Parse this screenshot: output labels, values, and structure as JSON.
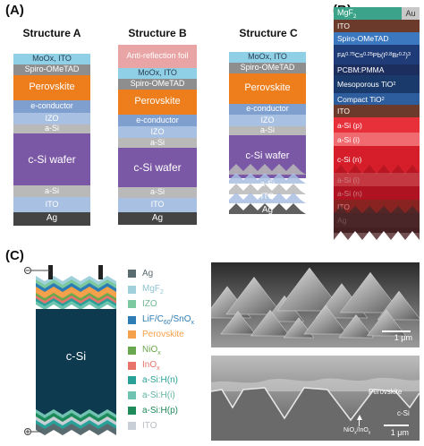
{
  "panels": {
    "a": "(A)",
    "b": "(B)",
    "c": "(C)"
  },
  "structures": [
    {
      "title": "Structure A",
      "layers": [
        {
          "label": "MoOx, ITO",
          "color": "#8fd0e6",
          "text": "#2c3e50"
        },
        {
          "label": "Spiro-OMeTAD",
          "color": "#8e8e8e",
          "text": "#ffffff"
        },
        {
          "label": "Perovskite",
          "color": "#ee7d1b",
          "text": "#ffffff"
        },
        {
          "label": "e-conductor",
          "color": "#7f9fcf",
          "text": "#ffffff"
        },
        {
          "label": "IZO",
          "color": "#a8c0e2",
          "text": "#ffffff"
        },
        {
          "label": "a-Si",
          "color": "#b9b9b9",
          "text": "#ffffff"
        },
        {
          "label": "c-Si wafer",
          "color": "#7b58a5",
          "text": "#ffffff"
        },
        {
          "label": "a-Si",
          "color": "#b9b9b9",
          "text": "#ffffff"
        },
        {
          "label": "ITO",
          "color": "#a8c0e2",
          "text": "#ffffff"
        },
        {
          "label": "Ag",
          "color": "#444444",
          "text": "#ffffff"
        }
      ]
    },
    {
      "title": "Structure B",
      "layers": [
        {
          "label": "Anti-reflection foil",
          "color": "#e9a5a5",
          "text": "#ffffff"
        },
        {
          "label": "MoOx, ITO",
          "color": "#8fd0e6",
          "text": "#2c3e50"
        },
        {
          "label": "Spiro-OMeTAD",
          "color": "#8e8e8e",
          "text": "#ffffff"
        },
        {
          "label": "Perovskite",
          "color": "#ee7d1b",
          "text": "#ffffff"
        },
        {
          "label": "e-conductor",
          "color": "#7f9fcf",
          "text": "#ffffff"
        },
        {
          "label": "IZO",
          "color": "#a8c0e2",
          "text": "#ffffff"
        },
        {
          "label": "a-Si",
          "color": "#b9b9b9",
          "text": "#ffffff"
        },
        {
          "label": "c-Si wafer",
          "color": "#7b58a5",
          "text": "#ffffff"
        },
        {
          "label": "a-Si",
          "color": "#b9b9b9",
          "text": "#ffffff"
        },
        {
          "label": "ITO",
          "color": "#a8c0e2",
          "text": "#ffffff"
        },
        {
          "label": "Ag",
          "color": "#444444",
          "text": "#ffffff"
        }
      ]
    },
    {
      "title": "Structure C",
      "layers": [
        {
          "label": "MoOx, ITO",
          "color": "#8fd0e6",
          "text": "#2c3e50"
        },
        {
          "label": "Spiro-OMeTAD",
          "color": "#8e8e8e",
          "text": "#ffffff"
        },
        {
          "label": "Perovskite",
          "color": "#ee7d1b",
          "text": "#ffffff"
        },
        {
          "label": "e-conductor",
          "color": "#7f9fcf",
          "text": "#ffffff"
        },
        {
          "label": "IZO",
          "color": "#a8c0e2",
          "text": "#ffffff"
        },
        {
          "label": "a-Si",
          "color": "#b9b9b9",
          "text": "#ffffff"
        },
        {
          "label": "c-Si wafer",
          "color": "#7b58a5",
          "text": "#ffffff"
        },
        {
          "label": "a-Si",
          "color": "#b9b9b9",
          "text": "#ffffff"
        },
        {
          "label": "ITO",
          "color": "#a8c0e2",
          "text": "#ffffff"
        },
        {
          "label": "Ag",
          "color": "#444444",
          "text": "#ffffff"
        }
      ]
    }
  ],
  "structure_b_panel": {
    "top_left": "MgF",
    "top_left_sub": "2",
    "top_right": "Au",
    "layers": [
      {
        "label": "ITO",
        "color": "#6b3a2a"
      },
      {
        "label": "Spiro-OMeTAD",
        "color": "#3c78c0"
      },
      {
        "label": "FA",
        "sub1": "0.75",
        "mid1": "Cs",
        "sub2": "0.25",
        "mid2": "Pb(I",
        "sub3": "0.8",
        "mid3": "Br",
        "sub4": "0.2",
        "tail": ")",
        "sub5": "3",
        "color": "#1f3b78",
        "formula": true
      },
      {
        "label": "PCBM:PMMA",
        "color": "#1c2e5e"
      },
      {
        "label": "Mesoporous TiO",
        "sub": "2",
        "color": "#1a3a6b"
      },
      {
        "label": "Compact TiO",
        "sub": "2",
        "color": "#2d5d9c"
      },
      {
        "label": "ITO",
        "color": "#6b3a2a"
      },
      {
        "label": "a-Si (p)",
        "color": "#e8303a"
      },
      {
        "label": "a-Si (i)",
        "color": "#f06b70"
      },
      {
        "label": "c-Si (n)",
        "color": "#d51e2a"
      },
      {
        "label": "a-Si (i)",
        "color": "#f06b70"
      },
      {
        "label": "a-Si (n)",
        "color": "#c0182a"
      },
      {
        "label": "ITO",
        "color": "#6b3a2a"
      },
      {
        "label": "Ag",
        "color": "#3a3a3a"
      }
    ]
  },
  "legend_c": [
    {
      "label": "Ag",
      "color": "#5a6b70",
      "text": "#5a6b70"
    },
    {
      "label": "MgF",
      "sub": "2",
      "color": "#9fd0dc",
      "text": "#8fc3d1"
    },
    {
      "label": "IZO",
      "color": "#7cc9a0",
      "text": "#6fb893"
    },
    {
      "label": "LiF/C",
      "sub": "60",
      "tail": "/SnO",
      "sub2": "x",
      "color": "#2e7db5",
      "text": "#2e7db5"
    },
    {
      "label": "Perovskite",
      "color": "#f5a04a",
      "text": "#f5a04a"
    },
    {
      "label": "NiO",
      "sub": "x",
      "color": "#6aa84f",
      "text": "#6aa84f"
    },
    {
      "label": "InO",
      "sub": "x",
      "color": "#e8736a",
      "text": "#e8736a"
    },
    {
      "label": "a-Si:H(n)",
      "color": "#2aa198",
      "text": "#2aa198"
    },
    {
      "label": "a-Si:H(i)",
      "color": "#6fc3b0",
      "text": "#5fb3a0"
    },
    {
      "label": "a-Si:H(p)",
      "color": "#1f8a5a",
      "text": "#1f8a5a"
    },
    {
      "label": "ITO",
      "color": "#c9cfd6",
      "text": "#b5bcc4"
    }
  ],
  "device_c": {
    "label": "c-Si"
  },
  "sem_top": {
    "scale": "1 μm"
  },
  "sem_bottom": {
    "scale": "1 μm",
    "perovskite_label": "Perovskite",
    "csi_label": "c-Si",
    "nio_label": "NiO",
    "nio_sub": "x",
    "ino_label": "/InO",
    "ino_sub": "x"
  }
}
